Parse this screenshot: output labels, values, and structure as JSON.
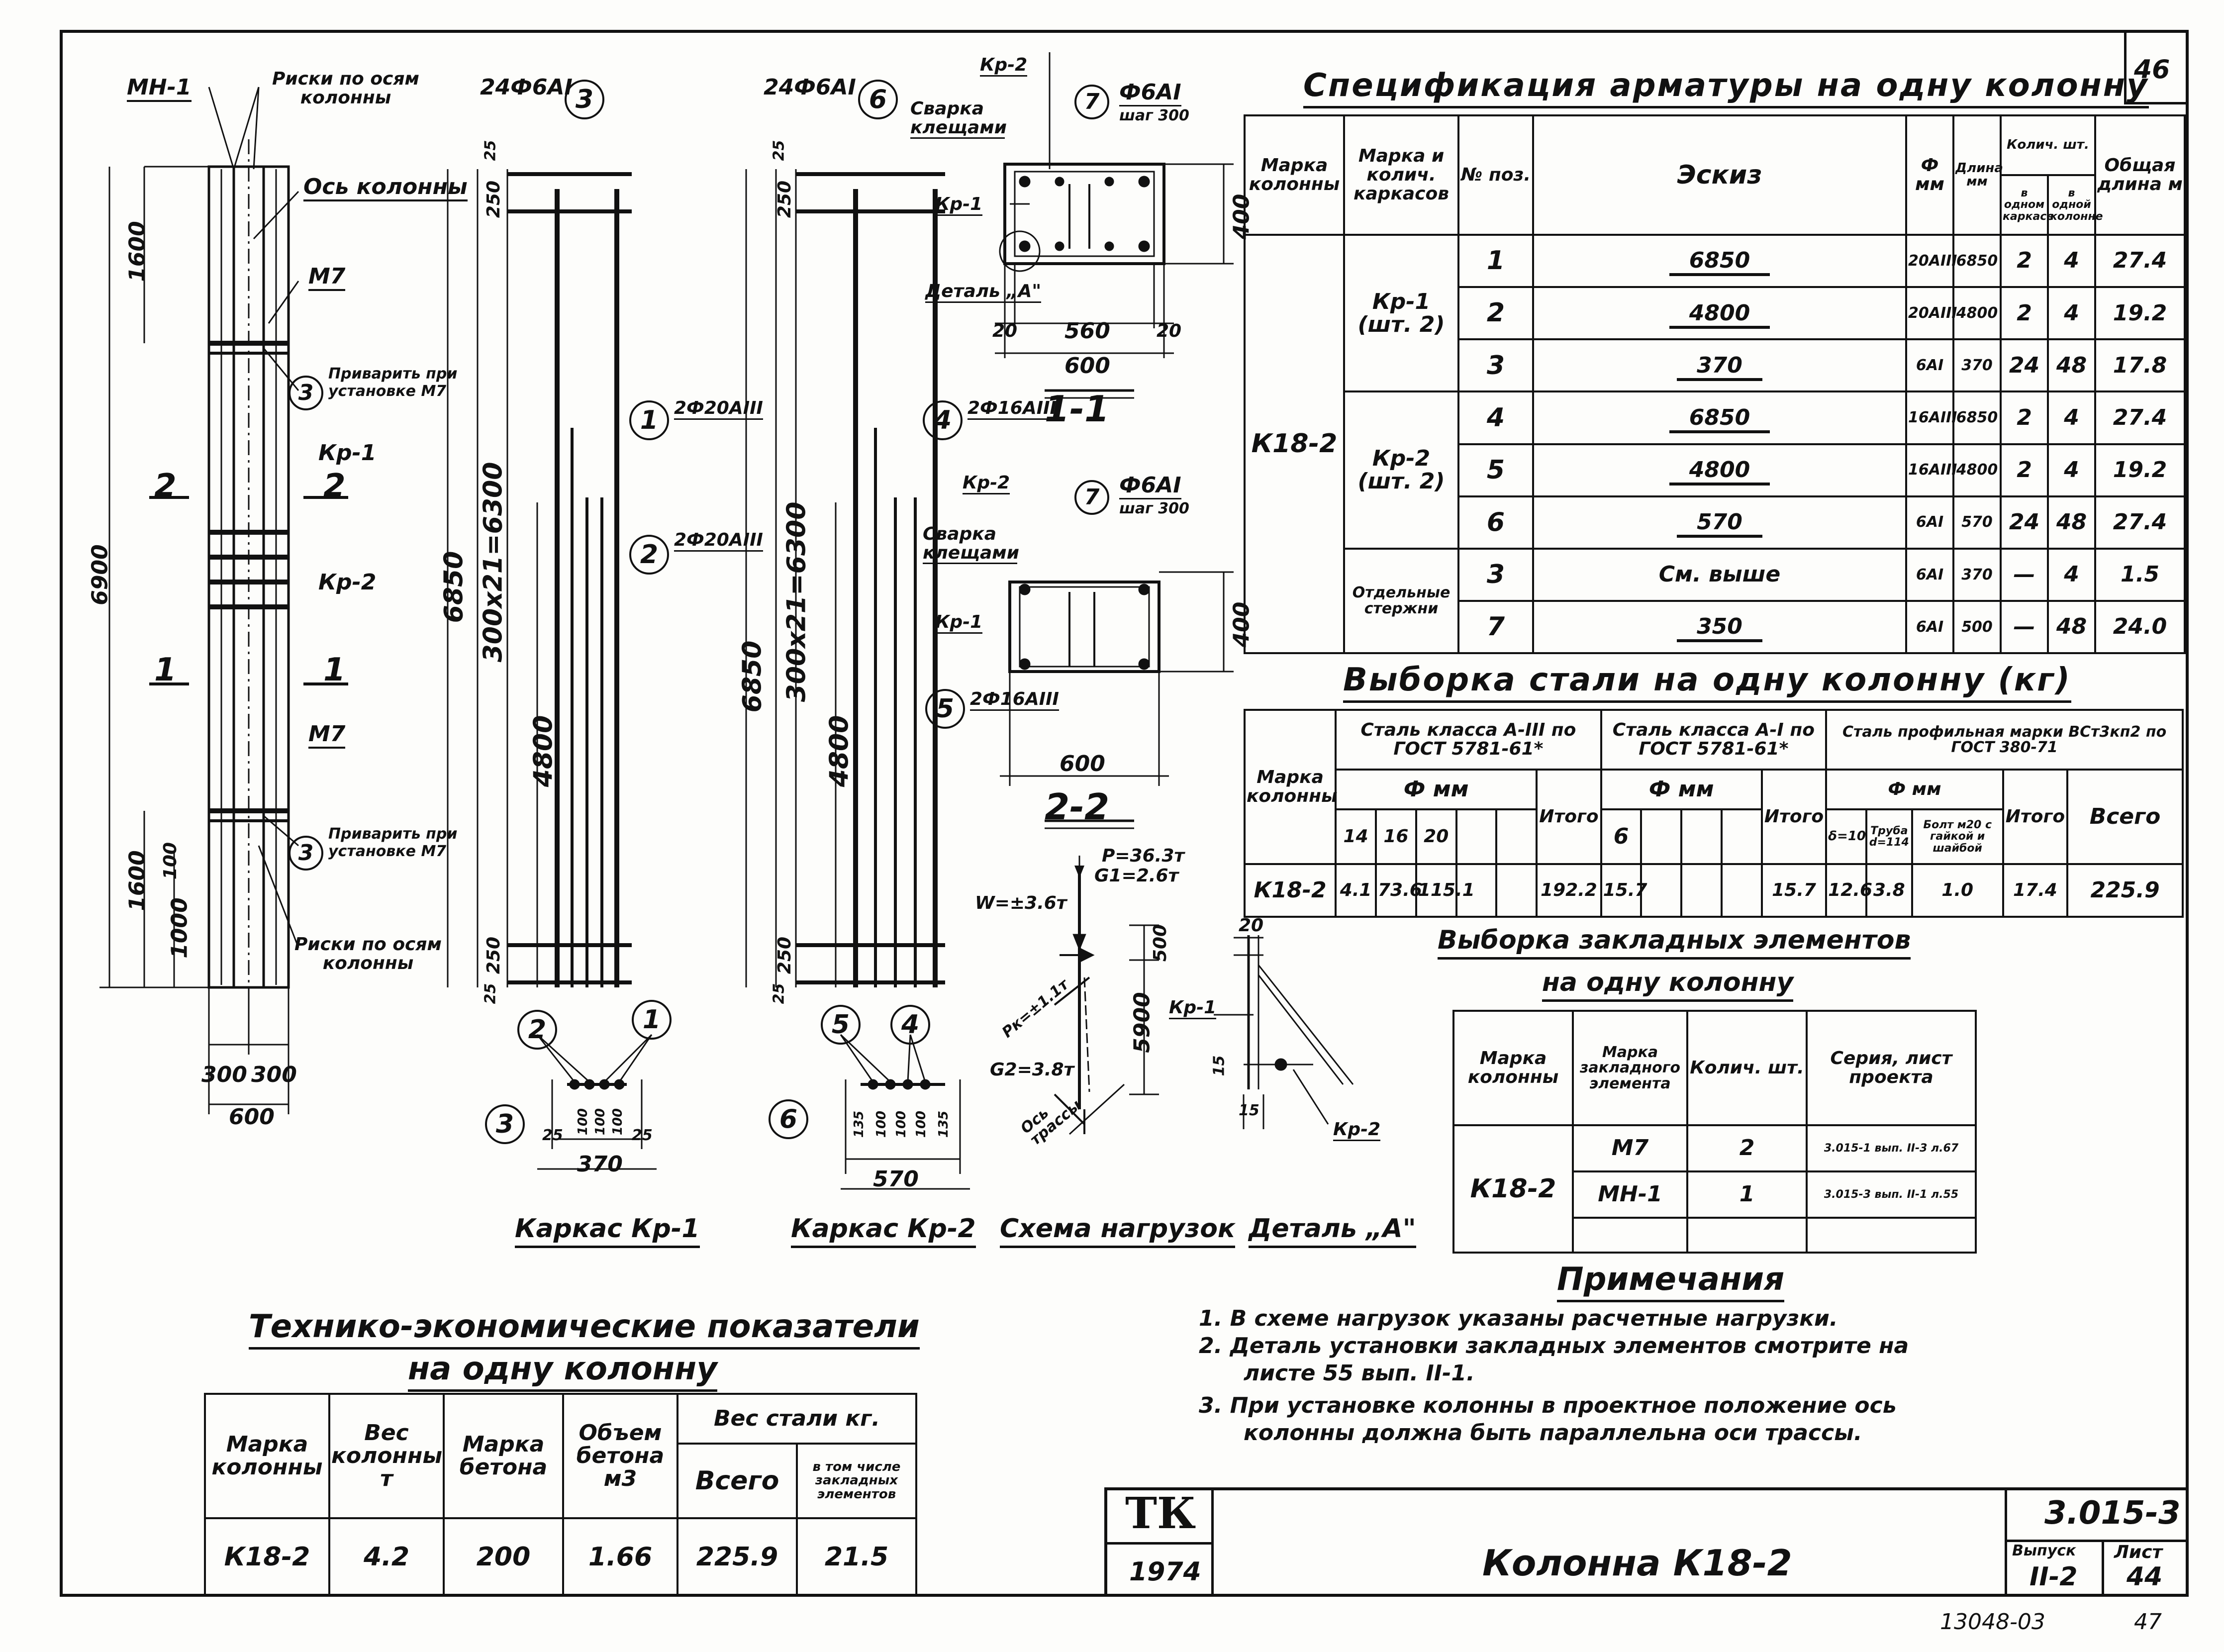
{
  "sheet": {
    "corner_number": "46",
    "title": "Колонна К18-2",
    "series": "3.015-3",
    "issue_label": "Выпуск",
    "issue": "II-2",
    "sheet_label": "Лист",
    "sheet_no": "44",
    "year": "1974",
    "org_logo": "ТК",
    "archive_no": "13048-03",
    "archive_page": "47"
  },
  "column_view": {
    "mn_label": "МН-1",
    "top_note": "Риски по осям колонны",
    "axis_label": "Ось колонны",
    "m7_top": "М7",
    "weld_note_top": "Приварить при установке М7",
    "kr1": "Кр-1",
    "kr2": "Кр-2",
    "sec2": "2",
    "sec1": "1",
    "m7_bottom": "М7",
    "weld_note_bottom": "Приварить при установке М7",
    "bottom_note": "Риски по осям колонны",
    "dims": {
      "total": "6900",
      "top": "1600",
      "bottom": "1600",
      "d1000": "1000",
      "d100": "100",
      "w300a": "300",
      "w300b": "300",
      "w600": "600"
    },
    "pos3": "3"
  },
  "cage1": {
    "head": "24Ф6АI",
    "pos_head": "3",
    "pos1": "1",
    "pos1_label": "2Ф20АIII",
    "pos2": "2",
    "pos2_label": "2Ф20АIII",
    "dims": {
      "d25": "25",
      "d250": "250",
      "d6850": "6850",
      "d300x21": "300x21=6300",
      "d4800": "4800",
      "d250b": "250",
      "d25b": "25"
    },
    "bottom_pos": [
      "2",
      "1",
      "3"
    ],
    "bottom_dims": [
      "25",
      "100",
      "100",
      "100",
      "25"
    ],
    "bottom_total": "370",
    "caption": "Каркас Кр-1"
  },
  "cage2": {
    "head": "24Ф6АI",
    "pos_head": "6",
    "pos4": "4",
    "pos4_label": "2Ф16АIII",
    "pos5": "5",
    "pos5_label": "2Ф16АIII",
    "dims": {
      "d25": "25",
      "d250": "250",
      "d6850": "6850",
      "d300x21": "300x21=6300",
      "d4800": "4800",
      "d250b": "250",
      "d25b": "25"
    },
    "bottom_pos": [
      "5",
      "4",
      "6"
    ],
    "bottom_dims": [
      "135",
      "100",
      "100",
      "100",
      "135"
    ],
    "bottom_total": "570",
    "caption": "Каркас Кр-2"
  },
  "section11": {
    "kr2": "Кр-2",
    "weld": "Сварка клещами",
    "kr1": "Кр-1",
    "pos7": "7",
    "bar7": "Ф6АI",
    "step": "шаг 300",
    "detail": "Деталь „А\"",
    "h400": "400",
    "d20a": "20",
    "d560": "560",
    "d20b": "20",
    "w600": "600",
    "title": "1-1"
  },
  "section22": {
    "kr2": "Кр-2",
    "weld": "Сварка клещами",
    "kr1": "Кр-1",
    "pos7": "7",
    "bar7": "Ф6АI",
    "step": "шаг 300",
    "h400": "400",
    "w600": "600",
    "title": "2-2"
  },
  "load_scheme": {
    "p": "Р=36.3т",
    "g1": "G1=2.6т",
    "w": "W=±3.6т",
    "pk": "Рк=±1.1т",
    "g2": "G2=3.8т",
    "axis": "Ось трассы",
    "d500": "500",
    "d5900": "5900",
    "caption": "Схема нагрузок"
  },
  "detail_a": {
    "kr1": "Кр-1",
    "kr2": "Кр-2",
    "d20": "20",
    "d15a": "15",
    "d15b": "15",
    "caption": "Деталь „А\""
  },
  "spec": {
    "title": "Спецификация арматуры на одну колонну",
    "headers": {
      "mark": "Марка колонны",
      "cage": "Марка и колич. каркасов",
      "pos": "№ поз.",
      "sketch": "Эскиз",
      "dia": "Ф мм",
      "len": "Длина мм",
      "qty": "Колич. шт.",
      "qty_cage": "в одном каркасе",
      "qty_col": "в одной колонне",
      "total": "Общая длина м"
    },
    "column_mark": "К18-2",
    "groups": [
      {
        "name": "Кр-1 (шт. 2)"
      },
      {
        "name": "Кр-2 (шт. 2)"
      },
      {
        "name": "Отдельные стержни"
      }
    ],
    "rows": [
      {
        "pos": "1",
        "sketch": "6850",
        "dia": "20АIII",
        "len": "6850",
        "qc": "2",
        "qk": "4",
        "total": "27.4"
      },
      {
        "pos": "2",
        "sketch": "4800",
        "dia": "20АIII",
        "len": "4800",
        "qc": "2",
        "qk": "4",
        "total": "19.2"
      },
      {
        "pos": "3",
        "sketch": "370",
        "dia": "6АI",
        "len": "370",
        "qc": "24",
        "qk": "48",
        "total": "17.8"
      },
      {
        "pos": "4",
        "sketch": "6850",
        "dia": "16АIII",
        "len": "6850",
        "qc": "2",
        "qk": "4",
        "total": "27.4"
      },
      {
        "pos": "5",
        "sketch": "4800",
        "dia": "16АIII",
        "len": "4800",
        "qc": "2",
        "qk": "4",
        "total": "19.2"
      },
      {
        "pos": "6",
        "sketch": "570",
        "dia": "6АI",
        "len": "570",
        "qc": "24",
        "qk": "48",
        "total": "27.4"
      },
      {
        "pos": "3",
        "sketch": "См. выше",
        "dia": "6АI",
        "len": "370",
        "qc": "—",
        "qk": "4",
        "total": "1.5"
      },
      {
        "pos": "7",
        "sketch": "350",
        "dia": "6АI",
        "len": "500",
        "qc": "—",
        "qk": "48",
        "total": "24.0"
      }
    ]
  },
  "steel": {
    "title": "Выборка стали на одну колонну (кг)",
    "mark": "Марка колонны",
    "g1": "Сталь класса А-III по ГОСТ 5781-61*",
    "g2": "Сталь класса А-I по ГОСТ 5781-61*",
    "g3": "Сталь профильная марки ВСт3кп2 по ГОСТ 380-71",
    "dia": "Ф мм",
    "c14": "14",
    "c16": "16",
    "c20": "20",
    "itogo": "Итого",
    "c6": "6",
    "c_plate": "δ=10",
    "c_pipe": "Труба d=114",
    "c_bolt": "Болт м20 с гайкой и шайбой",
    "vsego": "Всего",
    "row": {
      "mark": "К18-2",
      "v14": "4.1",
      "v16": "73.6",
      "v20": "115.1",
      "it1": "192.2",
      "v6": "15.7",
      "it2": "15.7",
      "plate": "12.6",
      "pipe": "3.8",
      "bolt": "1.0",
      "it3": "17.4",
      "total": "225.9"
    }
  },
  "embedded": {
    "title1": "Выборка закладных элементов",
    "title2": "на одну колонну",
    "h_mark": "Марка колонны",
    "h_el": "Марка закладного элемента",
    "h_qty": "Колич. шт.",
    "h_series": "Серия, лист проекта",
    "column": "К18-2",
    "rows": [
      {
        "el": "М7",
        "qty": "2",
        "series": "3.015-1 вып. II-3 л.67"
      },
      {
        "el": "МН-1",
        "qty": "1",
        "series": "3.015-3 вып. II-1 л.55"
      }
    ]
  },
  "notes": {
    "title": "Примечания",
    "items": [
      "1. В схеме нагрузок указаны расчетные нагрузки.",
      "2. Деталь установки закладных элементов смотрите на",
      "листе 55 вып. II-1.",
      "3. При установке колонны в проектное положение ось",
      "колонны должна быть параллельна оси трассы."
    ]
  },
  "tep": {
    "title1": "Технико-экономические показатели",
    "title2": "на одну колонну",
    "h_mark": "Марка колонны",
    "h_weight": "Вес колонны т",
    "h_concrete": "Марка бетона",
    "h_volume": "Объем бетона м3",
    "h_steel": "Вес стали кг.",
    "h_total": "Всего",
    "h_incl": "в том числе закладных элементов",
    "row": {
      "mark": "К18-2",
      "weight": "4.2",
      "concrete": "200",
      "volume": "1.66",
      "total": "225.9",
      "incl": "21.5"
    }
  }
}
